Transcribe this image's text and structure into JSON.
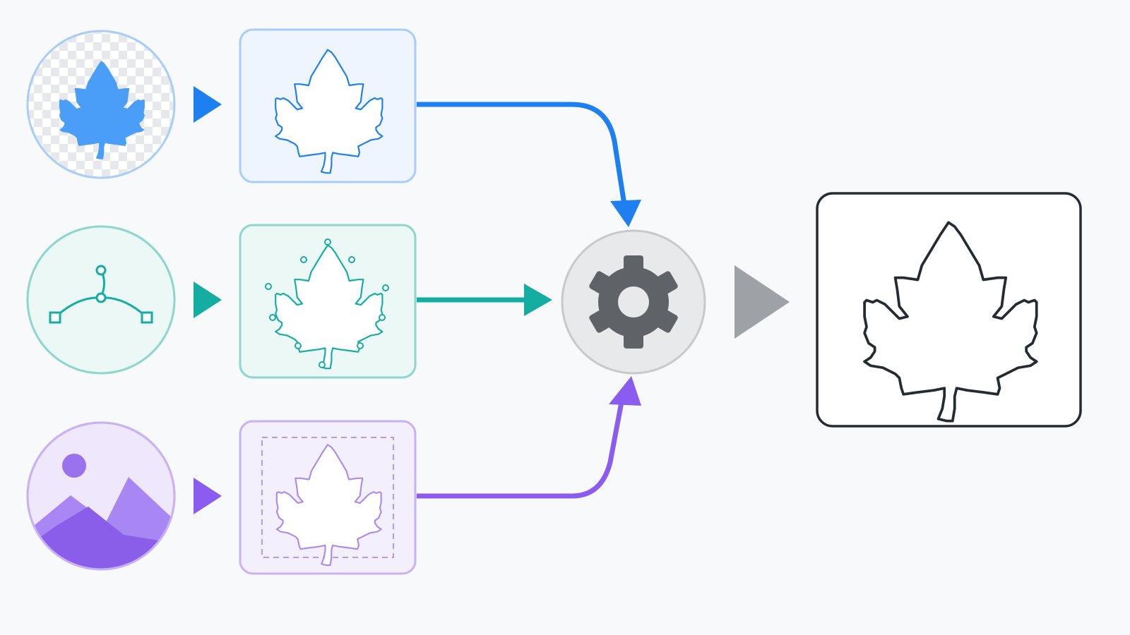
{
  "diagram": {
    "colors": {
      "background": "#f8f9fb",
      "blue": "#1e7ff0",
      "blue_light": "#4b9ef7",
      "blue_fill": "#eef5ff",
      "blue_border": "#a9cdfb",
      "teal": "#14ada2",
      "teal_fill": "#ebf8f6",
      "teal_border": "#8cd6cd",
      "purple": "#8b5cf0",
      "purple_fill": "#f3effd",
      "purple_border": "#c7b2f6",
      "gray": "#9ea2a7",
      "gear": "#5f6368",
      "output_border": "#252b33"
    },
    "sources": [
      {
        "id": "transparent-png",
        "icon": "transparent-leaf-icon",
        "color": "blue"
      },
      {
        "id": "vector-path",
        "icon": "bezier-curve-icon",
        "color": "teal"
      },
      {
        "id": "raster-image",
        "icon": "landscape-image-icon",
        "color": "purple"
      }
    ],
    "outlines": [
      {
        "id": "alpha-outline",
        "icon": "maple-leaf-outline-icon"
      },
      {
        "id": "path-outline",
        "icon": "maple-leaf-path-nodes-icon"
      },
      {
        "id": "traced-outline",
        "icon": "maple-leaf-traced-icon"
      }
    ],
    "processor": {
      "icon": "gear-icon"
    },
    "result": {
      "icon": "maple-leaf-outline-icon"
    }
  }
}
